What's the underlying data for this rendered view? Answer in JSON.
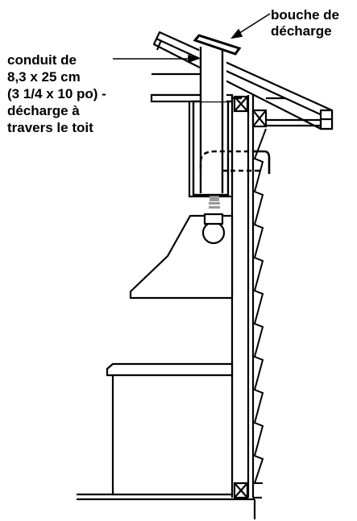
{
  "labels": {
    "vent_cap": [
      "bouche de",
      "décharge"
    ],
    "duct": [
      "conduit de",
      "8,3 x 25 cm",
      "(3 1/4 x 10 po) -",
      "décharge à",
      "travers le toit"
    ]
  }
}
